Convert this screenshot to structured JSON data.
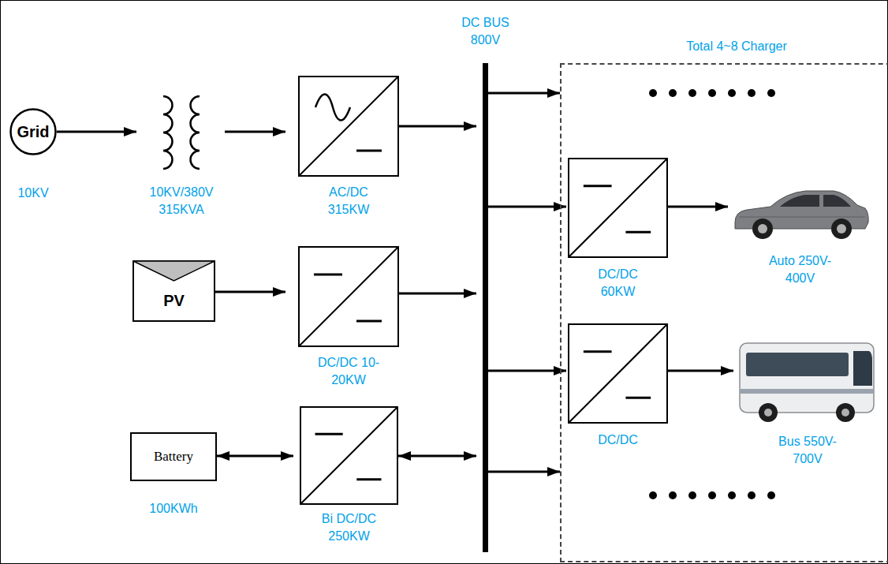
{
  "diagram": {
    "nodes": [
      {
        "text": [
          "Grid",
          "10KV"
        ]
      },
      {
        "text": [
          "10KV/380V 315KVA"
        ]
      },
      {
        "text": [
          "AC/DC 315KW"
        ]
      },
      {
        "text": [
          "PV"
        ]
      },
      {
        "text": [
          "DC/DC 10-20KW"
        ]
      },
      {
        "text": [
          "Battery",
          "100KWh"
        ]
      },
      {
        "text": [
          "Bi DC/DC 250KW"
        ]
      },
      {
        "text": [
          "DC BUS 800V"
        ]
      },
      {
        "text": [
          "Total 4~8 Charger"
        ]
      },
      {
        "text": [
          "DC/DC 60KW"
        ],
        "in": 8
      },
      {
        "text": [
          "Auto 250V-400V"
        ],
        "in": 8
      },
      {
        "text": [
          "DC/DC"
        ],
        "in": 8
      },
      {
        "text": [
          "Bus 550V-700V"
        ],
        "in": 8
      }
    ],
    "edges": [
      {
        "from": 0,
        "to": 1,
        "arrow": "to"
      },
      {
        "from": 1,
        "to": 2,
        "arrow": "to"
      },
      {
        "from": 2,
        "to": 7,
        "arrow": "to"
      },
      {
        "from": 3,
        "to": 4,
        "arrow": "to"
      },
      {
        "from": 4,
        "to": 7,
        "arrow": "to"
      },
      {
        "from": 5,
        "to": 6,
        "arrow": "both"
      },
      {
        "from": 6,
        "to": 7,
        "arrow": "both"
      },
      {
        "from": 7,
        "to": 8,
        "arrow": "to"
      },
      {
        "from": 7,
        "to": 9,
        "arrow": "to"
      },
      {
        "from": 9,
        "to": 10,
        "arrow": "to"
      },
      {
        "from": 7,
        "to": 11,
        "arrow": "to"
      },
      {
        "from": 11,
        "to": 12,
        "arrow": "to"
      },
      {
        "from": 7,
        "to": 8,
        "arrow": "to"
      }
    ]
  }
}
